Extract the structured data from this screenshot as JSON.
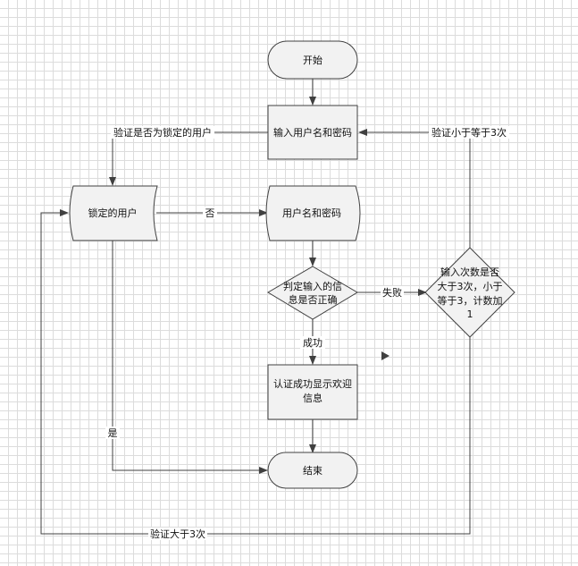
{
  "nodes": {
    "start": "开始",
    "input": "输入用户名和密码",
    "locked": "锁定的用户",
    "creds": "用户名和密码",
    "check": [
      "判定输入的信",
      "息是否正确"
    ],
    "count": [
      "输入次数是否",
      "大于3次，小于",
      "等于3，计数加",
      "1"
    ],
    "success": [
      "认证成功显示欢迎",
      "信息"
    ],
    "end": "结束"
  },
  "edges": {
    "verify_locked": "验证是否为锁定的用户",
    "no": "否",
    "fail": "失败",
    "ok": "成功",
    "yes": "是",
    "retry": "验证小于等于3次",
    "lockout": "验证大于3次"
  },
  "colors": {
    "node_fill": "#f2f2f2",
    "stroke": "#404040",
    "grid": "#dcdcdc"
  }
}
